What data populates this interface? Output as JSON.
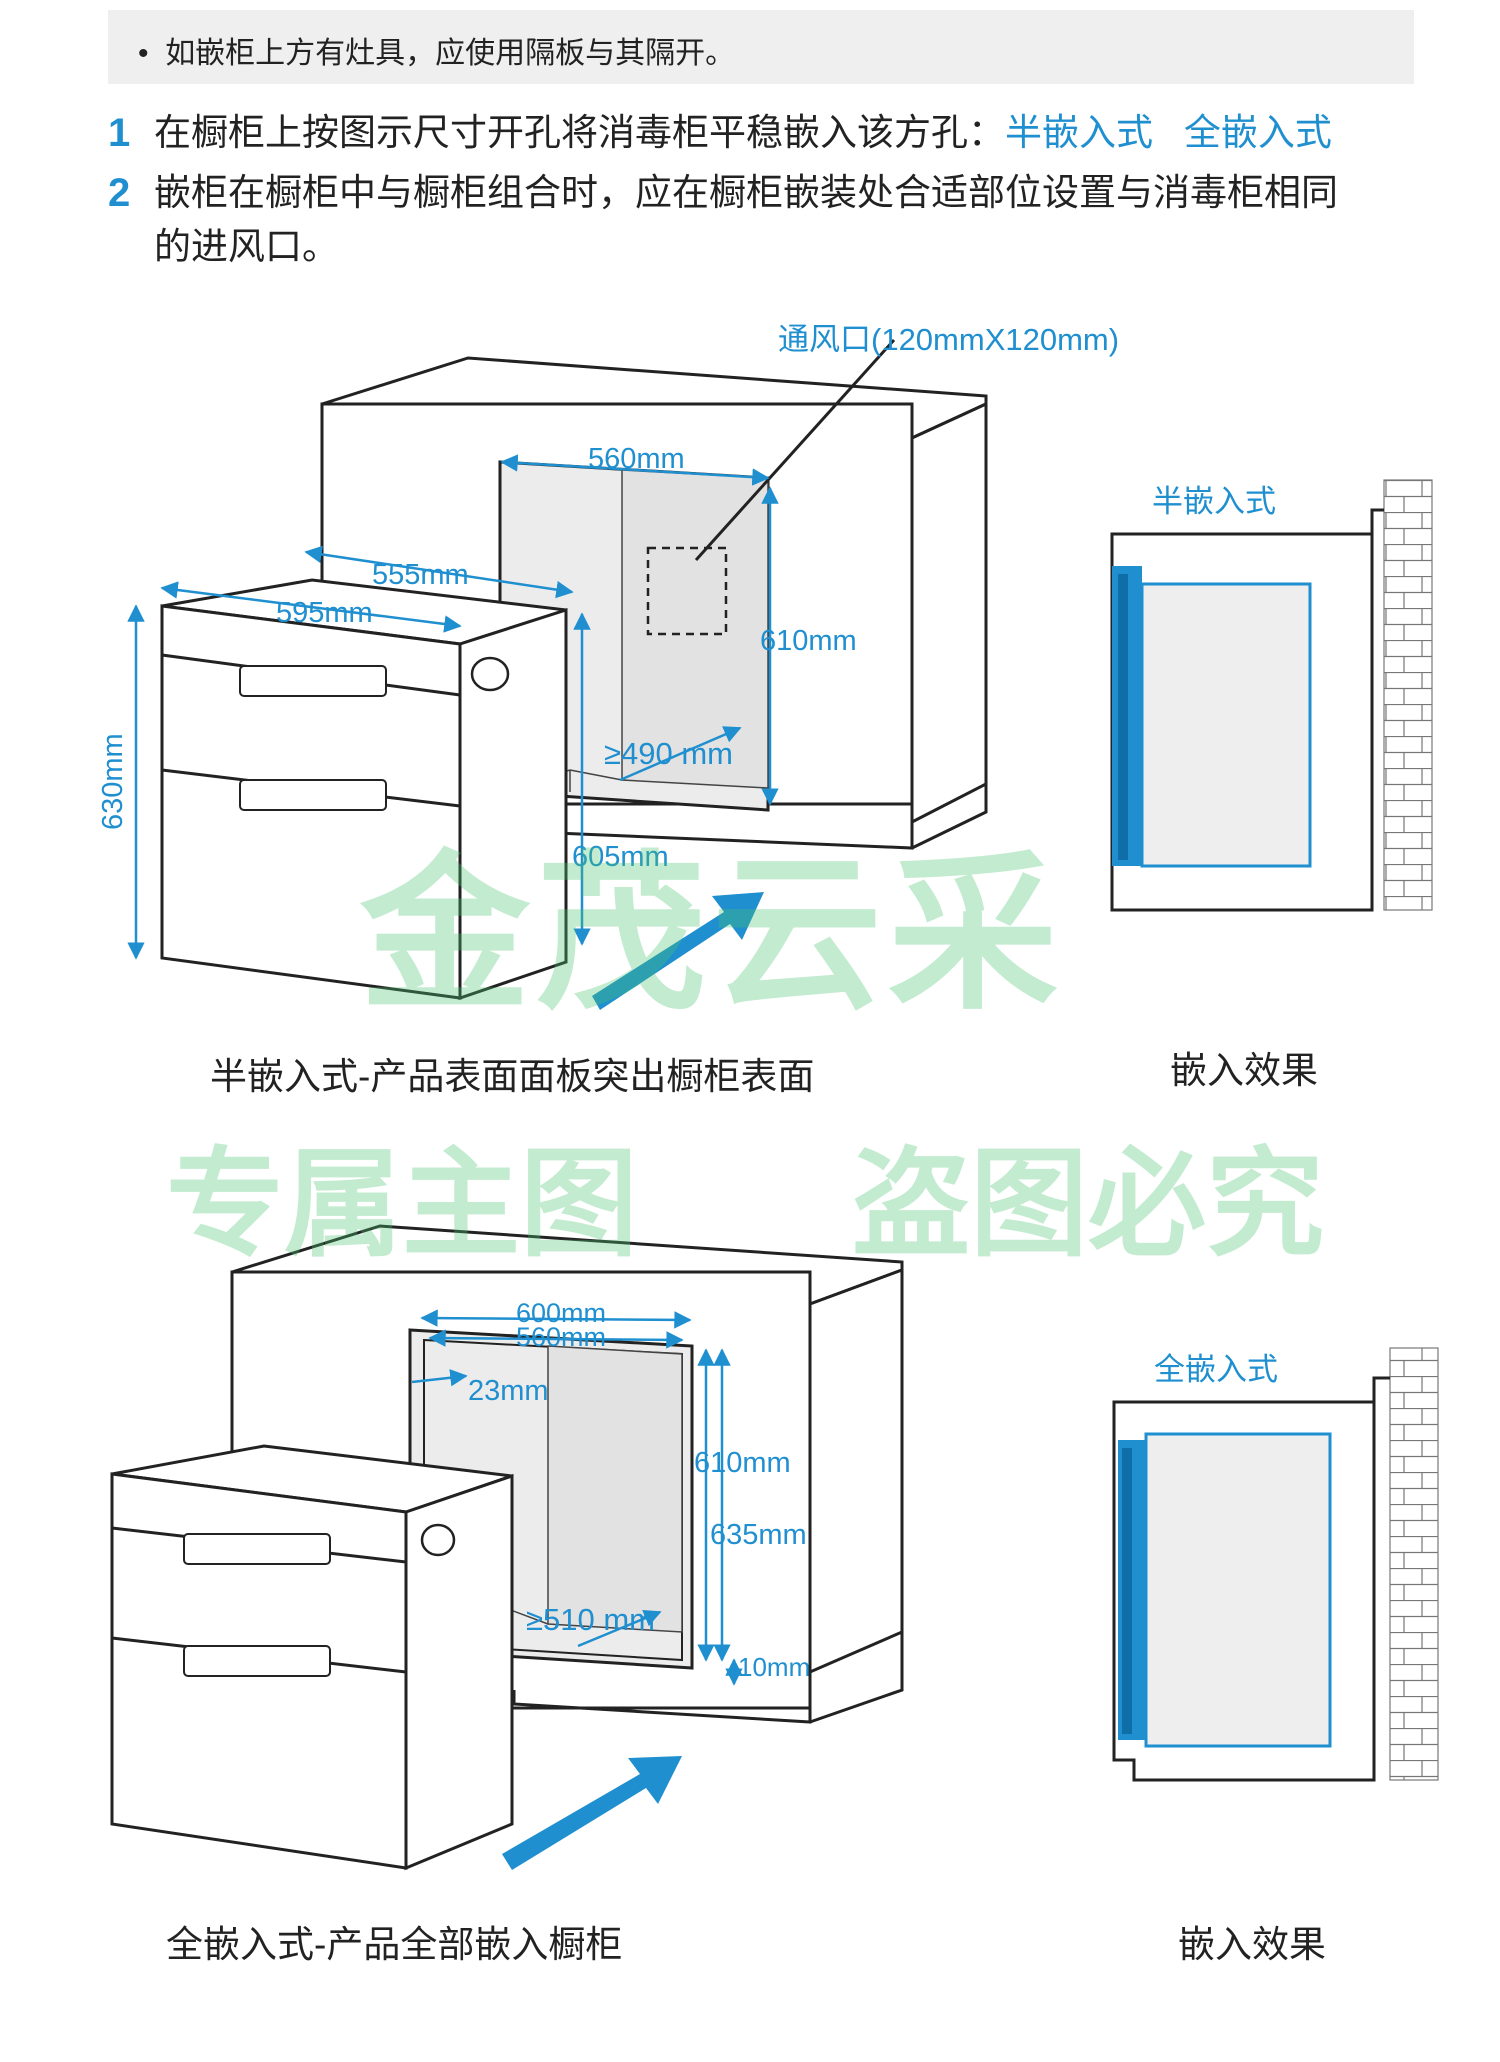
{
  "note": {
    "bullet": "•",
    "text": "如嵌柜上方有灶具，应使用隔板与其隔开。"
  },
  "steps": [
    {
      "num": "1",
      "text": "在橱柜上按图示尺寸开孔将消毒柜平稳嵌入该方孔：",
      "highlight_a": "半嵌入式",
      "highlight_b": "全嵌入式"
    },
    {
      "num": "2",
      "line1": "嵌柜在橱柜中与橱柜组合时，应在橱柜嵌装处合适部位设置与消毒柜相同",
      "line2": "的进风口。"
    }
  ],
  "diagram_semi": {
    "vent_label": "通风口(120mmX120mm)",
    "dim_560": "560mm",
    "dim_555": "555mm",
    "dim_595": "595mm",
    "dim_610": "610mm",
    "dim_630": "630mm",
    "dim_490": "≥490 mm",
    "dim_605": "605mm",
    "effect_label": "半嵌入式",
    "caption": "半嵌入式-产品表面面板突出橱柜表面",
    "effect_caption": "嵌入效果"
  },
  "diagram_full": {
    "dim_600": "600mm",
    "dim_560": "560mm",
    "dim_23": "23mm",
    "dim_610": "610mm",
    "dim_635": "635mm",
    "dim_510": "≥510 mm",
    "dim_10": "10mm",
    "effect_label": "全嵌入式",
    "caption": "全嵌入式-产品全部嵌入橱柜",
    "effect_caption": "嵌入效果"
  },
  "watermarks": {
    "brand": "金茂云采",
    "slogan_a": "专属主图",
    "slogan_b": "盗图必究"
  },
  "colors": {
    "accent": "#1f8fd0",
    "watermark": "#4cc472",
    "line": "#222222",
    "note_bg": "#efefef"
  }
}
